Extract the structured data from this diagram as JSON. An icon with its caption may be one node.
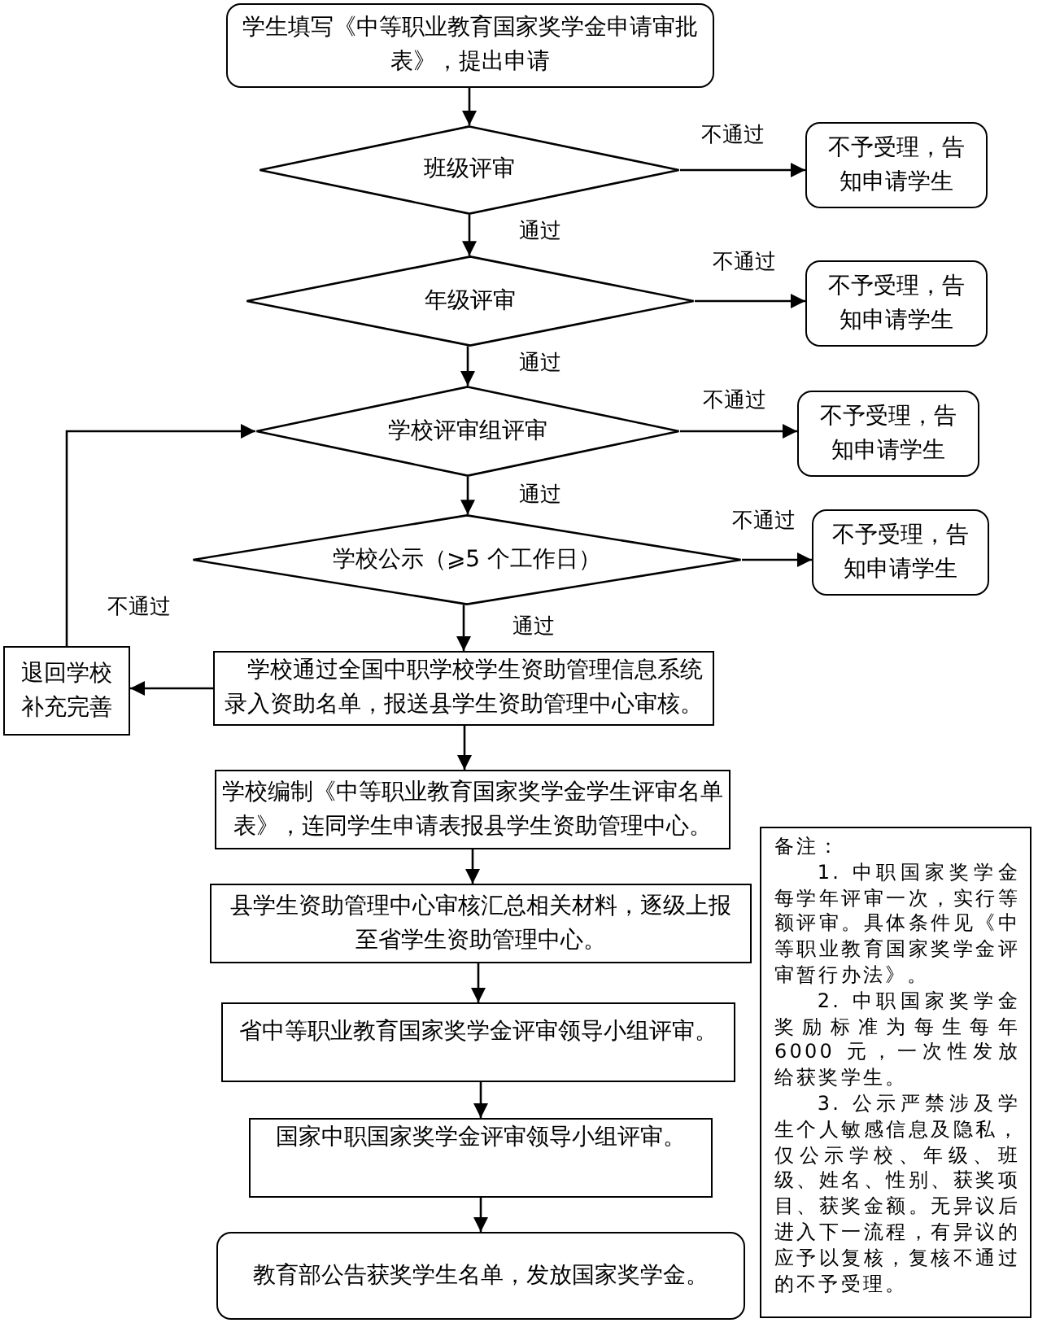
{
  "diagram": {
    "nodes": [
      {
        "text": [
          "学生填写《中等职业教育国家奖学金申请审批表》，提出申请"
        ]
      },
      {
        "text": [
          "班级评审"
        ]
      },
      {
        "text": [
          "不予受理，告知申请学生"
        ]
      },
      {
        "text": [
          "年级评审"
        ]
      },
      {
        "text": [
          "不予受理，告知申请学生"
        ]
      },
      {
        "text": [
          "学校评审组评审"
        ]
      },
      {
        "text": [
          "不予受理，告知申请学生"
        ]
      },
      {
        "text": [
          "学校公示（⩾5 个工作日）"
        ]
      },
      {
        "text": [
          "不予受理，告知申请学生"
        ]
      },
      {
        "text": [
          "退回学校补充完善"
        ]
      },
      {
        "text": [
          "学校通过全国中职学校学生资助管理信息系统录入资助名单，报送县学生资助管理中心审核。"
        ]
      },
      {
        "text": [
          "学校编制《中等职业教育国家奖学金学生评审名单表》，连同学生申请表报县学生资助管理中心。"
        ]
      },
      {
        "text": [
          "县学生资助管理中心审核汇总相关材料，逐级上报至省学生资助管理中心。"
        ]
      },
      {
        "text": [
          "省中等职业教育国家奖学金评审领导小组评审。"
        ]
      },
      {
        "text": [
          "国家中职国家奖学金评审领导小组评审。"
        ]
      },
      {
        "text": [
          "教育部公告获奖学生名单，发放国家奖学金。"
        ]
      },
      {
        "text": [
          "备注：",
          "1. 中职国家奖学金每学年评审一次，实行等额评审。具体条件见《中等职业教育国家奖学金评审暂行办法》。",
          "2. 中职国家奖学金奖励标准为每生每年6000 元，一次性发放给获奖学生。",
          "3. 公示严禁涉及学生个人敏感信息及隐私，仅公示学校、年级、班级、姓名、性别、获奖项目、获奖金额。无异议后进入下一流程，有异议的应予以复核，复核不通过的不予受理。"
        ]
      }
    ],
    "edges": [
      {
        "from": 0,
        "to": 1,
        "arrow": "to"
      },
      {
        "from": 1,
        "to": 2,
        "arrow": "to",
        "label": "不通过"
      },
      {
        "from": 1,
        "to": 3,
        "arrow": "to",
        "label": "通过"
      },
      {
        "from": 3,
        "to": 4,
        "arrow": "to",
        "label": "不通过"
      },
      {
        "from": 3,
        "to": 5,
        "arrow": "to",
        "label": "通过"
      },
      {
        "from": 5,
        "to": 6,
        "arrow": "to",
        "label": "不通过"
      },
      {
        "from": 5,
        "to": 7,
        "arrow": "to",
        "label": "通过"
      },
      {
        "from": 7,
        "to": 8,
        "arrow": "to",
        "label": "不通过"
      },
      {
        "from": 7,
        "to": 10,
        "arrow": "to",
        "label": "通过"
      },
      {
        "from": 10,
        "to": 9,
        "arrow": "to",
        "label": "不通过"
      },
      {
        "from": 9,
        "to": 5,
        "arrow": "to"
      },
      {
        "from": 10,
        "to": 11,
        "arrow": "to"
      },
      {
        "from": 11,
        "to": 12,
        "arrow": "to"
      },
      {
        "from": 12,
        "to": 13,
        "arrow": "to"
      },
      {
        "from": 13,
        "to": 14,
        "arrow": "to"
      },
      {
        "from": 14,
        "to": 15,
        "arrow": "to"
      }
    ]
  }
}
